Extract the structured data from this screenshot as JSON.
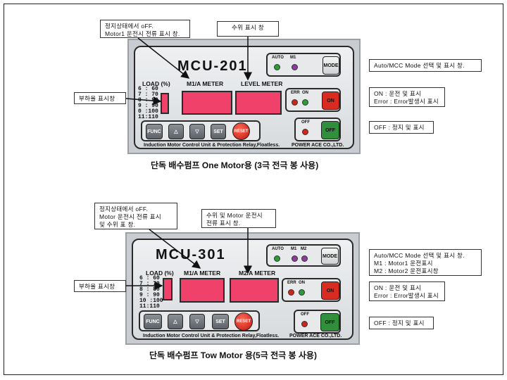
{
  "panel1": {
    "model": "MCU-201",
    "load_label": "LOAD (%)",
    "load_levels": [
      "6 : 60",
      "7 : 70",
      "8 : 80",
      "9 : 90",
      "0 :100",
      "11:110"
    ],
    "meter1_label": "M1/A METER",
    "meter2_label": "LEVEL METER",
    "led_auto": "AUTO",
    "led_m1": "M1",
    "mode_button": "MODE",
    "led_err": "ERR",
    "led_on": "ON",
    "on_button": "ON",
    "led_off": "OFF",
    "off_button": "OFF",
    "func_button": "FUNC",
    "set_button": "SET",
    "reset_button": "RESET",
    "footer_left": "Induction Motor Control Unit & Protection Relay,Floatless.",
    "footer_right": "POWER  ACE CO.,LTD.",
    "caption": "단독  배수펌프 One Motor용 (3극 전극 봉 사용)"
  },
  "panel2": {
    "model": "MCU-301",
    "load_label": "LOAD (%)",
    "load_levels": [
      "6 : 60",
      "7 : 70",
      "8 : 80",
      "9 : 90",
      "10 :100",
      "11:110"
    ],
    "meter1_label": "M1/A METER",
    "meter2_label": "M2/A METER",
    "led_auto": "AUTO",
    "led_m1": "M1",
    "led_m2": "M2",
    "mode_button": "MODE",
    "led_err": "ERR",
    "led_on": "ON",
    "on_button": "ON",
    "led_off": "OFF",
    "off_button": "OFF",
    "func_button": "FUNC",
    "set_button": "SET",
    "reset_button": "RESET",
    "footer_left": "Induction Motor Control Unit & Protection Relay,Floatless.",
    "footer_right": "POWER  ACE CO.,LTD.",
    "caption": "단독  배수펌프 Tow Motor 용(5극 전극 봉 사용)"
  },
  "callouts1": {
    "top_left": "정지상태에서 oFF.\nMotor1 운전시 전류 표시 창.",
    "top_mid": "수위 표시 창",
    "right_mode": "Auto/MCC Mode 선택 및 표시 창.",
    "left_load": "부하율 표시창",
    "right_on": "ON : 운전 및 표시\nError : Error발생시 표시",
    "right_off": "OFF : 정지 및  표시"
  },
  "callouts2": {
    "top_left": "정지상태에서 oFF.\nMotor 운전시 전류 표시\n및 수위 표 창.",
    "top_mid": "수위 및 Motor 운전시\n전류 표시 창.",
    "right_mode": "Auto/MCC Mode 선택 및 표시 창.\nM1 : Motor1  운전표시\nM2 : Motor2  운전표시창",
    "left_load": "부하율 표시창",
    "right_on": "ON : 운전 및 표시\nError : Error발생시 표시",
    "right_off": "OFF : 정지 및  표시"
  },
  "colors": {
    "display": "#f0416a",
    "led_green": "#2e9b3a",
    "led_purple": "#8e3a9e",
    "led_red": "#d0261a",
    "on_red": "#d92b1f",
    "off_green": "#2f8f3a"
  }
}
